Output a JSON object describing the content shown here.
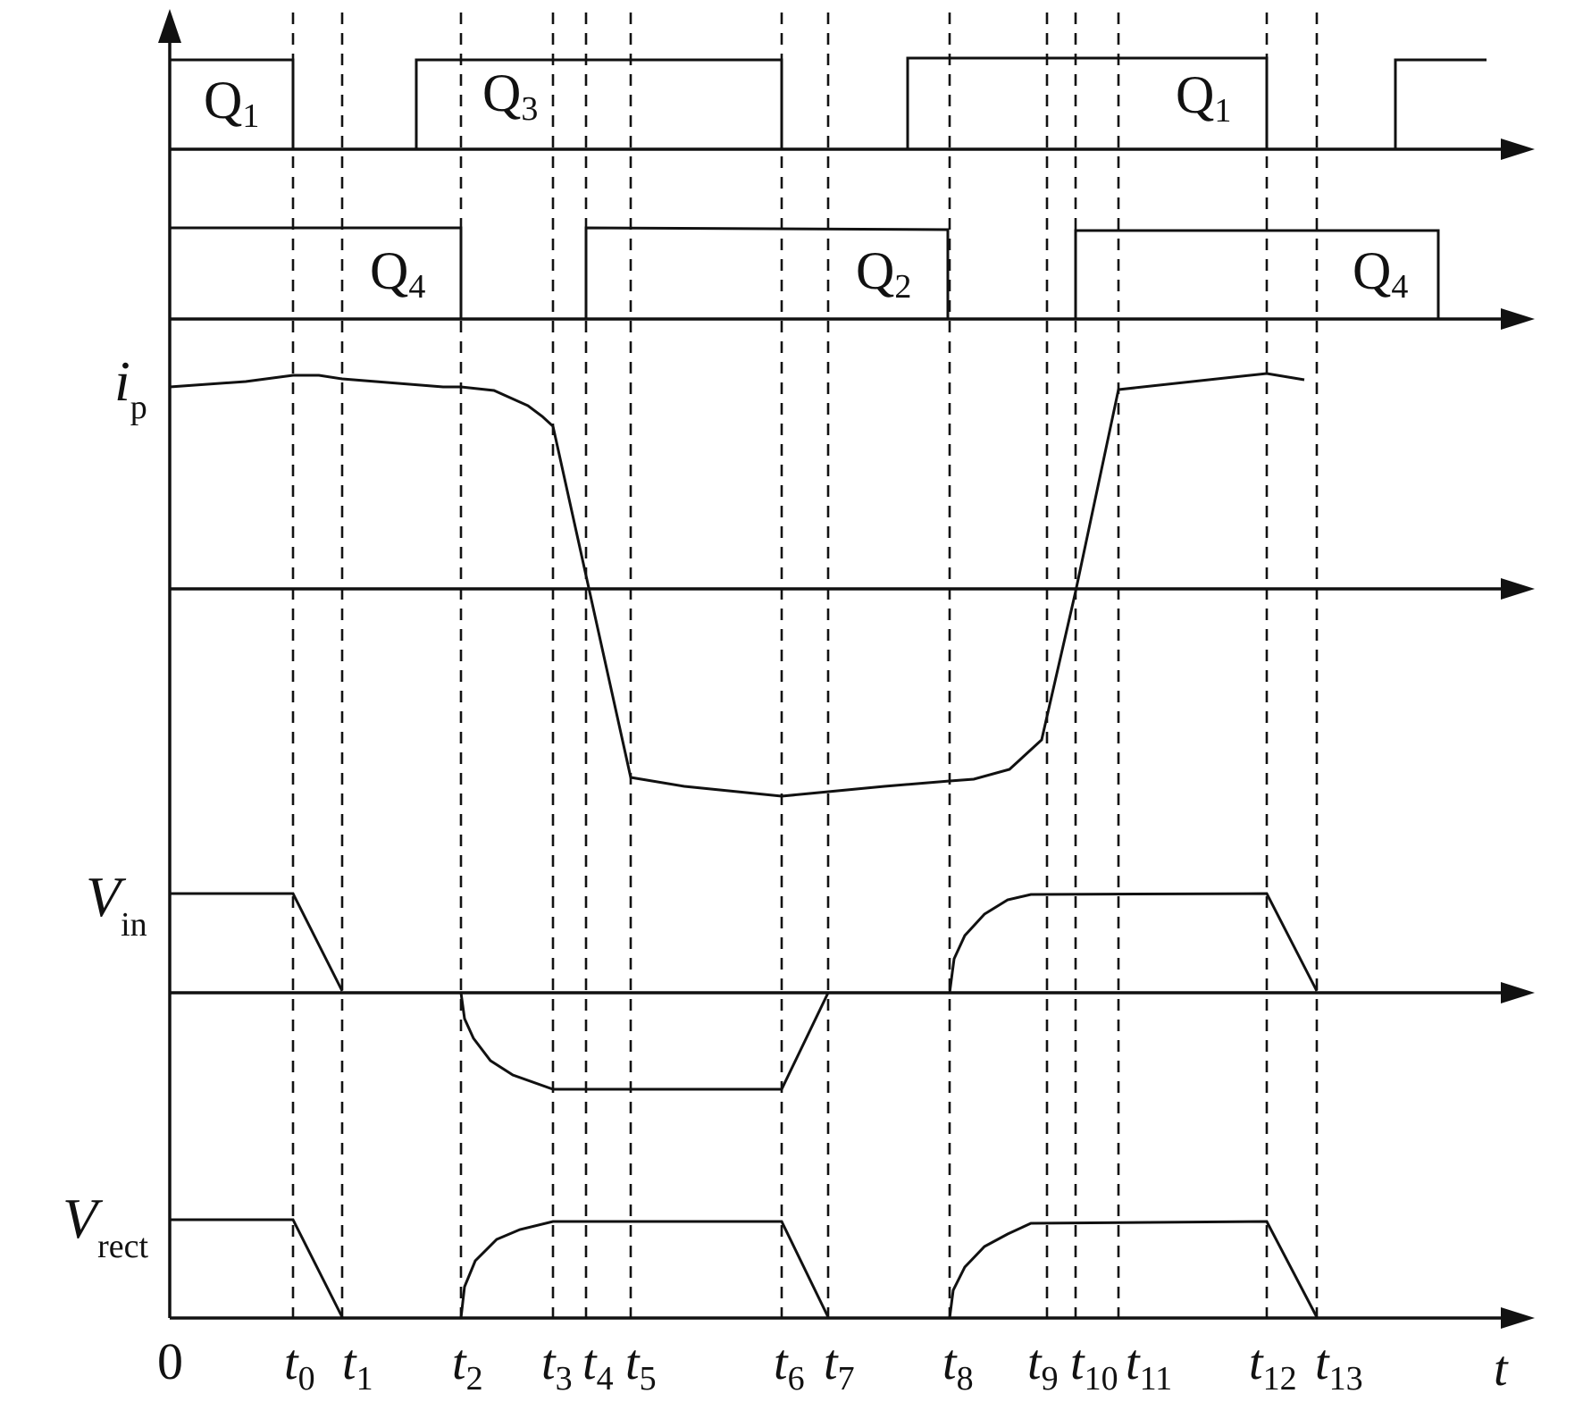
{
  "diagram": {
    "origin_label": "0",
    "time_axis_label": "t",
    "signals": [
      {
        "id": "i_p",
        "main": "i",
        "sub": "p"
      },
      {
        "id": "v_in",
        "main": "V",
        "sub": "in"
      },
      {
        "id": "v_rect",
        "main": "V",
        "sub": "rect"
      }
    ],
    "gate_pulses": [
      {
        "main": "Q",
        "sub": "1"
      },
      {
        "main": "Q",
        "sub": "3"
      },
      {
        "main": "Q",
        "sub": "1"
      },
      {
        "main": "Q",
        "sub": "4"
      },
      {
        "main": "Q",
        "sub": "2"
      },
      {
        "main": "Q",
        "sub": "4"
      }
    ],
    "time_marks": [
      {
        "main": "t",
        "sub": "0"
      },
      {
        "main": "t",
        "sub": "1"
      },
      {
        "main": "t",
        "sub": "2"
      },
      {
        "main": "t",
        "sub": "3"
      },
      {
        "main": "t",
        "sub": "4"
      },
      {
        "main": "t",
        "sub": "5"
      },
      {
        "main": "t",
        "sub": "6"
      },
      {
        "main": "t",
        "sub": "7"
      },
      {
        "main": "t",
        "sub": "8"
      },
      {
        "main": "t",
        "sub": "9"
      },
      {
        "main": "t",
        "sub": "10"
      },
      {
        "main": "t",
        "sub": "11"
      },
      {
        "main": "t",
        "sub": "12"
      },
      {
        "main": "t",
        "sub": "13"
      }
    ]
  }
}
